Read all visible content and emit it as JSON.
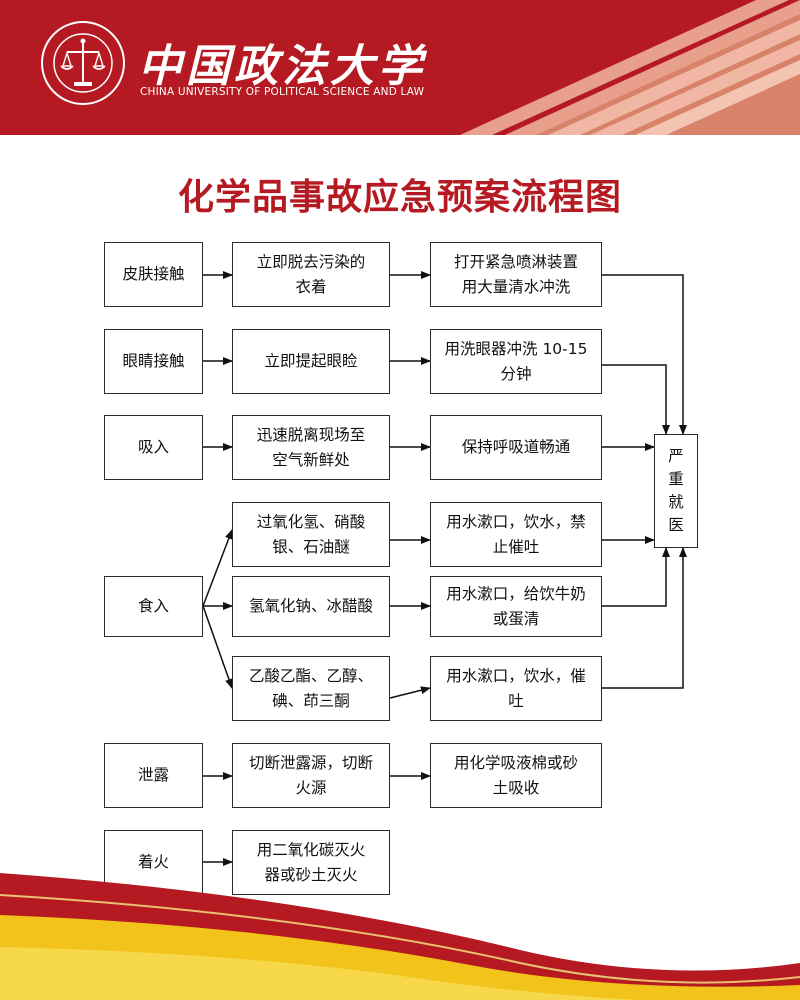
{
  "header": {
    "brand_cn": "中国政法大学",
    "brand_en": "CHINA UNIVERSITY OF POLITICAL SCIENCE AND LAW",
    "logo_icon": "university-seal-icon",
    "colors": {
      "red": "#b51a22",
      "stripe": "#e8a08c",
      "salmon": "#d9826a"
    }
  },
  "title": "化学品事故应急预案流程图",
  "flowchart": {
    "categories": {
      "skin": "皮肤接触",
      "eye": "眼睛接触",
      "inhale": "吸入",
      "ingest": "食入",
      "leak": "泄露",
      "fire": "着火"
    },
    "steps": {
      "skin_1": [
        "立即脱去污染的",
        "衣着"
      ],
      "skin_2": [
        "打开紧急喷淋装置",
        "用大量清水冲洗"
      ],
      "eye_1": [
        "立即提起眼睑"
      ],
      "eye_2": [
        "用洗眼器冲洗 10-15",
        "分钟"
      ],
      "inhale_1": [
        "迅速脱离现场至",
        "空气新鲜处"
      ],
      "inhale_2": [
        "保持呼吸道畅通"
      ],
      "ingest_a1": [
        "过氧化氢、硝酸",
        "银、石油醚"
      ],
      "ingest_a2": [
        "用水漱口，饮水，禁",
        "止催吐"
      ],
      "ingest_b1": [
        "氢氧化钠、冰醋酸"
      ],
      "ingest_b2": [
        "用水漱口，给饮牛奶",
        "或蛋清"
      ],
      "ingest_c1": [
        "乙酸乙酯、乙醇、",
        "碘、茚三酮"
      ],
      "ingest_c2": [
        "用水漱口，饮水，催",
        "吐"
      ],
      "leak_1": [
        "切断泄露源，切断",
        "火源"
      ],
      "leak_2": [
        "用化学吸液棉或砂",
        "土吸收"
      ],
      "fire_1": [
        "用二氧化碳灭火",
        "器或砂土灭火"
      ]
    },
    "final": [
      "严",
      "重",
      "就",
      "医"
    ]
  }
}
